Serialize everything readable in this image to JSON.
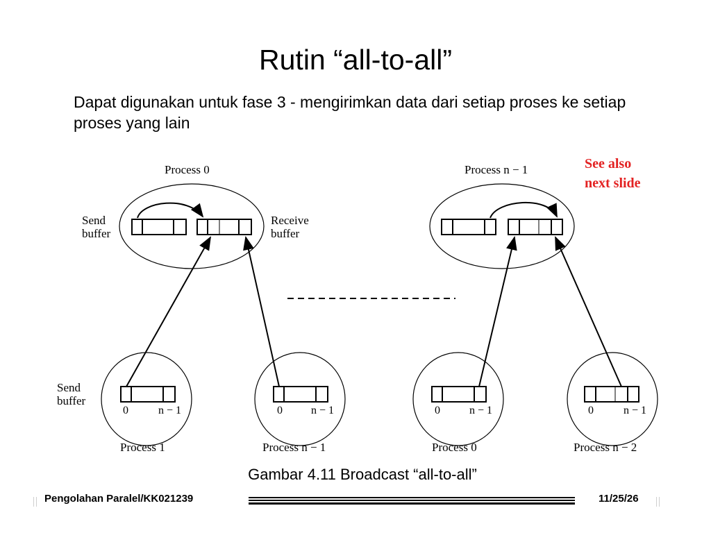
{
  "slide": {
    "title": "Rutin “all-to-all”",
    "subtitle": "Dapat digunakan untuk fase 3 - mengirimkan data dari setiap proses ke setiap proses yang lain",
    "see_also": [
      "See also",
      "next slide"
    ],
    "caption": "Gambar 4.11 Broadcast “all-to-all”",
    "footer": {
      "left": "Pengolahan Paralel/KK021239",
      "right": "11/25/26"
    }
  },
  "diagram": {
    "top_processes": [
      {
        "name": "Process 0",
        "send_label": [
          "Send",
          "buffer"
        ],
        "receive_label": [
          "Receive",
          "buffer"
        ]
      },
      {
        "name": "Process n − 1"
      }
    ],
    "bottom_processes": [
      {
        "name": "Process 1",
        "send_label": [
          "Send",
          "buffer"
        ],
        "index_start": "0",
        "index_end": "n − 1"
      },
      {
        "name": "Process n − 1",
        "index_start": "0",
        "index_end": "n − 1"
      },
      {
        "name": "Process 0",
        "index_start": "0",
        "index_end": "n − 1"
      },
      {
        "name": "Process n − 2",
        "index_start": "0",
        "index_end": "n − 1"
      }
    ]
  },
  "colors": {
    "see_also": "#e32222",
    "line": "#000000"
  }
}
